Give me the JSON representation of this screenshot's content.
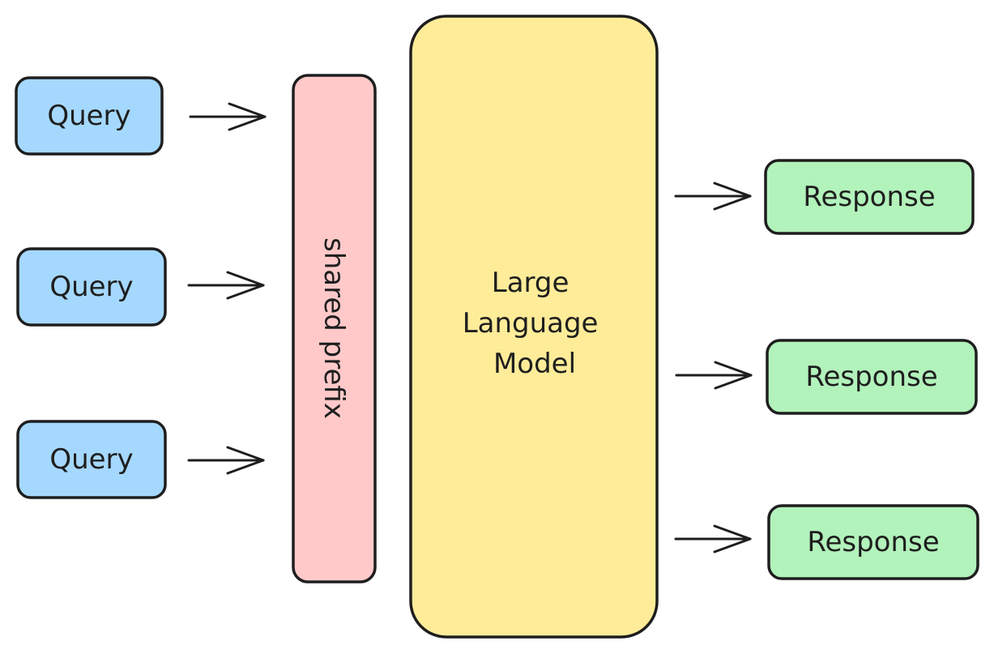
{
  "query_label": "Query",
  "prefix_label": "shared prefix",
  "llm_label": [
    "Large",
    "Language",
    "Model"
  ],
  "response_label": "Response",
  "colors": {
    "query_fill": "#a5d8ff",
    "prefix_fill": "#ffc9c9",
    "llm_fill": "#ffec99",
    "response_fill": "#b2f2bb",
    "stroke": "#1e1e1e"
  }
}
